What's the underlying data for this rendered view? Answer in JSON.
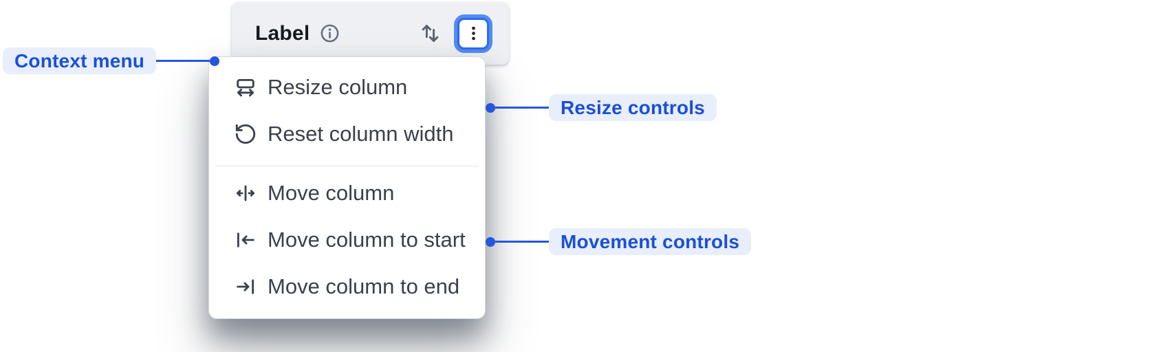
{
  "column_header": {
    "label": "Label",
    "icons": {
      "info": "info-icon",
      "sort": "sort-up-down-icon",
      "menu_button": "three-dots-vertical-icon"
    }
  },
  "context_menu": {
    "items": [
      {
        "icon": "resize-column-icon",
        "label": "Resize column",
        "group": "resize"
      },
      {
        "icon": "reset-column-width-icon",
        "label": "Reset column width",
        "group": "resize"
      },
      {
        "icon": "move-column-icon",
        "label": "Move column",
        "group": "movement"
      },
      {
        "icon": "move-column-to-start-icon",
        "label": "Move column to start",
        "group": "movement"
      },
      {
        "icon": "move-column-to-end-icon",
        "label": "Move column to end",
        "group": "movement"
      }
    ]
  },
  "annotations": {
    "context_menu": {
      "label": "Context menu",
      "side": "left"
    },
    "resize_controls": {
      "label": "Resize controls",
      "side": "right"
    },
    "movement_controls": {
      "label": "Movement controls",
      "side": "right"
    }
  },
  "colors": {
    "annotation_text": "#1b4fd8",
    "annotation_line": "#2457dc",
    "annotation_pill_bg": "#e8eefc",
    "focus_ring": "#548af5",
    "focus_border": "#2e6ceb",
    "header_bg": "#eef0f3",
    "menu_text": "#3a414b"
  }
}
